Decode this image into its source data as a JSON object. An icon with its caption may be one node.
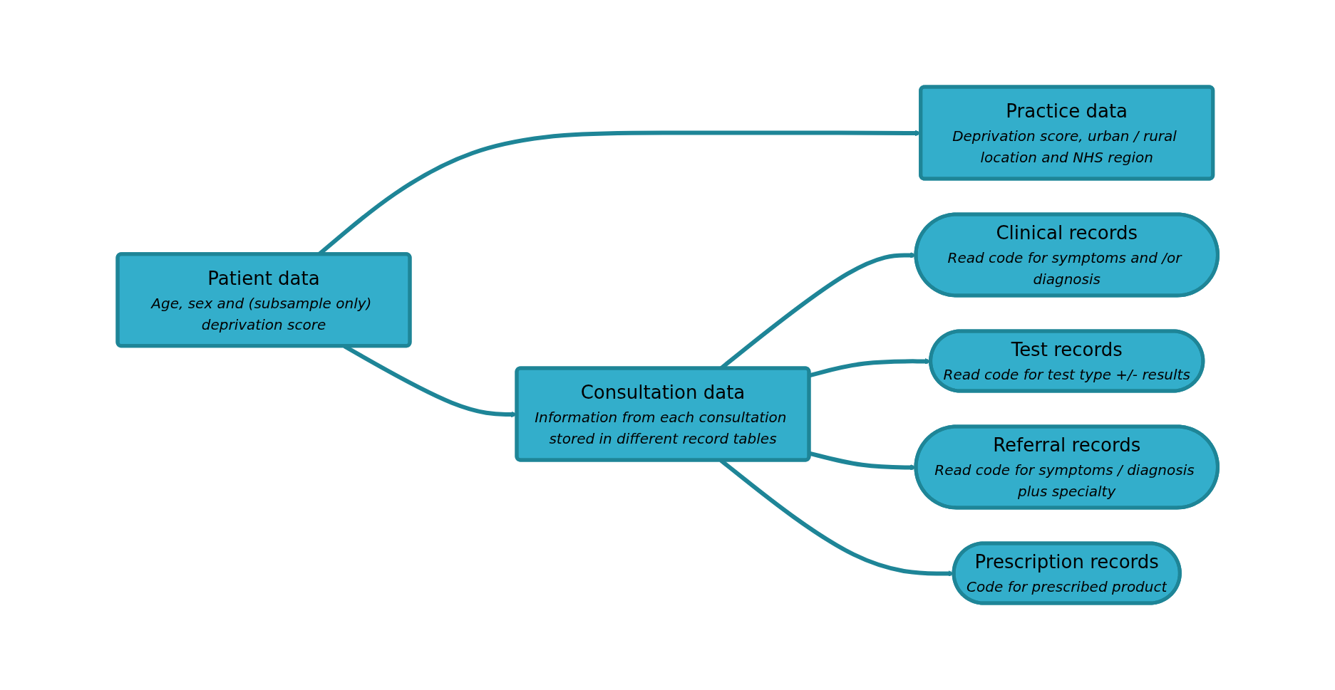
{
  "diagram": {
    "nodes": [
      {
        "text": [
          "Clinical records",
          "Read code for symptoms and /or diagnosis"
        ]
      },
      {
        "text": [
          "Test records",
          "Read code for test type +/- results"
        ]
      },
      {
        "text": [
          "Consultation data",
          "Information from each consultation stored in different record tables"
        ]
      },
      {
        "text": [
          "Referral records",
          "Read code for symptoms / diagnosis plus specialty"
        ]
      },
      {
        "text": [
          "Patient data",
          "Age, sex and (subsample only) deprivation score"
        ]
      },
      {
        "text": [
          "Prescription records",
          "Code for prescribed product"
        ]
      },
      {
        "text": [
          "Practice data",
          "Deprivation score, urban / rural location and NHS region"
        ]
      }
    ],
    "edges": [
      {
        "from": 4,
        "to": 6,
        "arrow": "to"
      },
      {
        "from": 4,
        "to": 2,
        "arrow": "to"
      },
      {
        "from": 2,
        "to": 0,
        "arrow": "to"
      },
      {
        "from": 2,
        "to": 1,
        "arrow": "to"
      },
      {
        "from": 2,
        "to": 3,
        "arrow": "to"
      },
      {
        "from": 2,
        "to": 5,
        "arrow": "to"
      }
    ]
  }
}
